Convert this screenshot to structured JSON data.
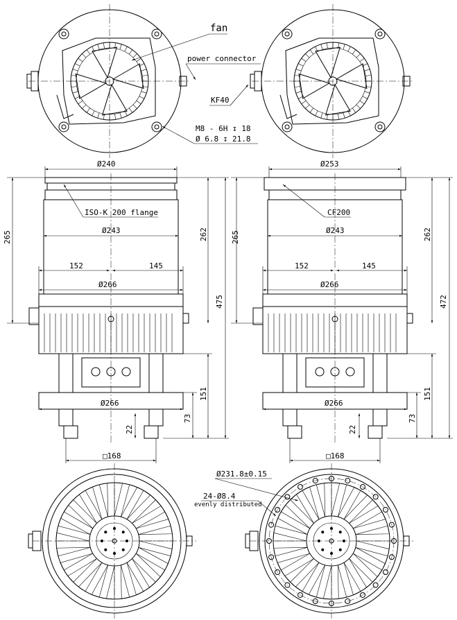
{
  "labels": {
    "fan": "fan",
    "power_connector": "power connector",
    "kf40": "KF40",
    "thread_1": "M8 - 6H ↧ 18",
    "thread_2": "Ø 6.8 ↧ 21.8",
    "iso_flange": "ISO-K 200 flange",
    "cf_flange": "CF200",
    "bolt_circle": "Ø231.8±0.15",
    "holes": "24-Ø8.4",
    "evenly": "evenly distributed"
  },
  "dims_left": {
    "d_top": "Ø240",
    "d_body": "Ø243",
    "d_base": "Ø266",
    "d_mount": "Ø266",
    "w_left": "152",
    "w_right": "145",
    "h_265": "265",
    "h_262": "262",
    "h_475": "475",
    "h_151": "151",
    "h_73": "73",
    "h_22": "22",
    "sq": "□168"
  },
  "dims_right": {
    "d_top": "Ø253",
    "d_body": "Ø243",
    "d_base": "Ø266",
    "d_mount": "Ø266",
    "w_left": "152",
    "w_right": "145",
    "h_265": "265",
    "h_262": "262",
    "h_472": "472",
    "h_151": "151",
    "h_73": "73",
    "h_22": "22",
    "sq": "□168"
  }
}
